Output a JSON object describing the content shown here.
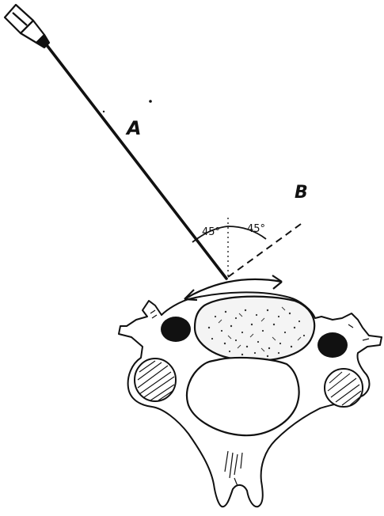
{
  "labels": {
    "needle_label": "A",
    "alt_label": "B",
    "angle_left": "45°",
    "angle_right": "45°"
  },
  "colors": {
    "ink": "#111111",
    "background": "#ffffff"
  }
}
